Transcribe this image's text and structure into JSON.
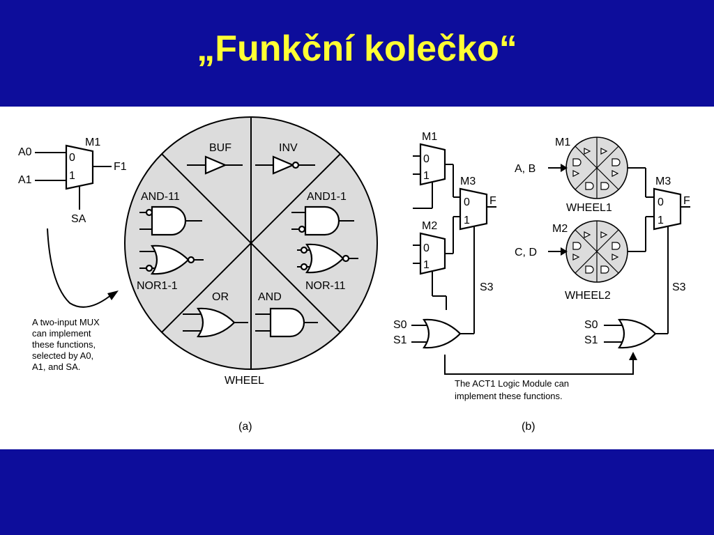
{
  "slide": {
    "title": "„Funkční kolečko“",
    "colors": {
      "background": "#0d0d9b",
      "title": "#ffff33",
      "panel": "#ffffff",
      "wheel_fill": "#dcdcdc"
    }
  },
  "diagram_a": {
    "caption": "(a)",
    "mux": {
      "name": "M1",
      "in0": "A0",
      "in1": "A1",
      "out": "F1",
      "select": "SA",
      "port0": "0",
      "port1": "1"
    },
    "note": [
      "A two-input MUX",
      "can implement",
      "these functions,",
      "selected by A0,",
      "A1, and SA."
    ],
    "wheel": {
      "label": "WHEEL",
      "segments": {
        "buf": "BUF",
        "inv": "INV",
        "and_11": "AND-11",
        "and1_1": "AND1-1",
        "nor1_1": "NOR1-1",
        "nor_11": "NOR-11",
        "or": "OR",
        "and": "AND"
      }
    }
  },
  "diagram_b": {
    "caption": "(b)",
    "left": {
      "m1": "M1",
      "m2": "M2",
      "m3": "M3",
      "f": "F",
      "s3": "S3",
      "s0": "S0",
      "s1": "S1",
      "p0": "0",
      "p1": "1"
    },
    "right": {
      "m1": "M1",
      "m2": "M2",
      "m3": "M3",
      "f": "F",
      "s3": "S3",
      "s0": "S0",
      "s1": "S1",
      "in_ab": "A, B",
      "in_cd": "C, D",
      "wheel1": "WHEEL1",
      "wheel2": "WHEEL2",
      "p0": "0",
      "p1": "1"
    },
    "note": [
      "The ACT1 Logic Module can",
      "implement these functions."
    ]
  }
}
